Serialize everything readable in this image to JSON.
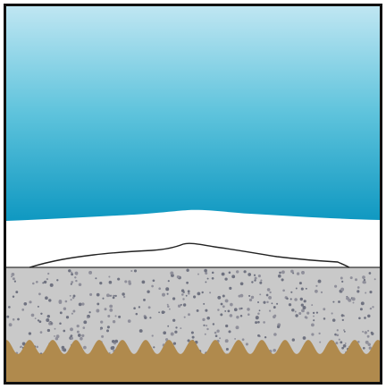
{
  "diagram": {
    "type": "cross-section illustration",
    "labels": [],
    "layers_top_to_bottom": [
      "sky",
      "snow-cover",
      "gravel-soil",
      "bedrock-ground"
    ],
    "colors": {
      "frame": "#111111",
      "sky_top": "#bfe6f2",
      "sky_mid": "#5ec3dc",
      "sky_bottom": "#0f98c1",
      "snow": "#ffffff",
      "gravel": "#c9c9c9",
      "gravel_speck_light": "#8f8f9a",
      "gravel_speck_dark": "#6f7280",
      "ground": "#b08a4d",
      "outline": "#333333"
    }
  }
}
